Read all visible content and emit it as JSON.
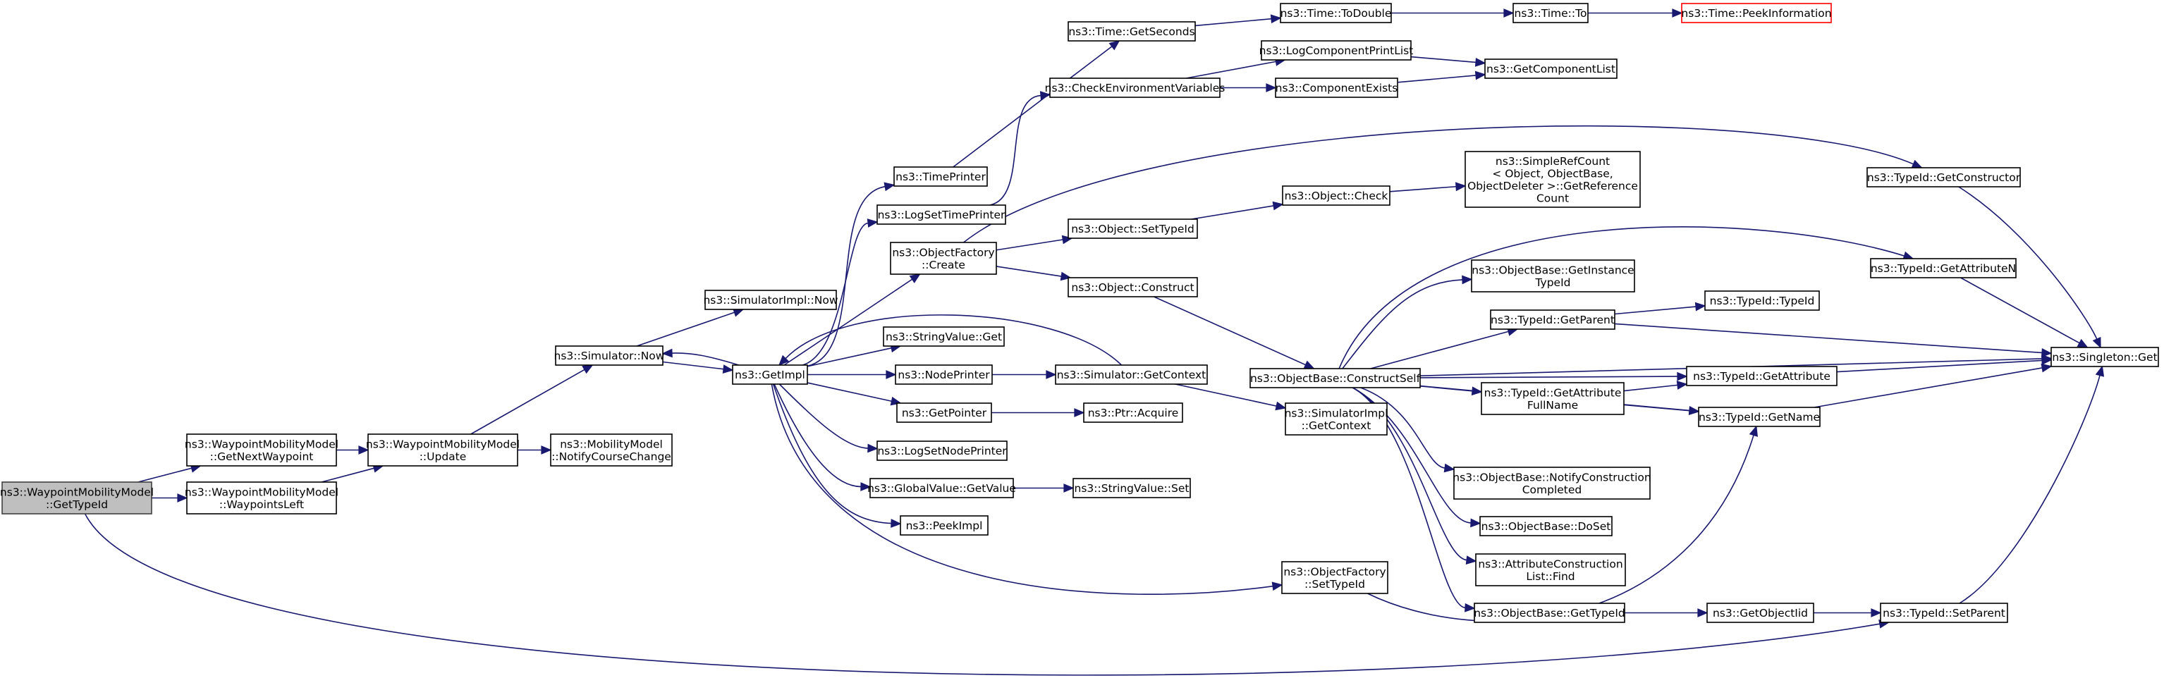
{
  "colors": {
    "edge": "#191970",
    "node_border": "#000000",
    "root_fill": "#bfbfbf",
    "root_border": "#404040",
    "undocumented_border": "#ff0000",
    "background": "#ffffff"
  },
  "nodes": [
    {
      "id": "n_gettypeid_root",
      "lines": [
        "ns3::WaypointMobilityModel",
        "::GetTypeId"
      ],
      "kind": "root"
    },
    {
      "id": "n_getnextwaypoint",
      "lines": [
        "ns3::WaypointMobilityModel",
        "::GetNextWaypoint"
      ]
    },
    {
      "id": "n_waypointsleft",
      "lines": [
        "ns3::WaypointMobilityModel",
        "::WaypointsLeft"
      ]
    },
    {
      "id": "n_update",
      "lines": [
        "ns3::WaypointMobilityModel",
        "::Update"
      ]
    },
    {
      "id": "n_notifycoursechange",
      "lines": [
        "ns3::MobilityModel",
        "::NotifyCourseChange"
      ]
    },
    {
      "id": "n_simnow",
      "lines": [
        "ns3::Simulator::Now"
      ]
    },
    {
      "id": "n_simimplnow",
      "lines": [
        "ns3::SimulatorImpl::Now"
      ]
    },
    {
      "id": "n_getimpl",
      "lines": [
        "ns3::GetImpl"
      ]
    },
    {
      "id": "n_timeprinter",
      "lines": [
        "ns3::TimePrinter"
      ]
    },
    {
      "id": "n_logsettimeprinter",
      "lines": [
        "ns3::LogSetTimePrinter"
      ]
    },
    {
      "id": "n_objfactorycreate",
      "lines": [
        "ns3::ObjectFactory",
        "::Create"
      ]
    },
    {
      "id": "n_stringvalueget",
      "lines": [
        "ns3::StringValue::Get"
      ]
    },
    {
      "id": "n_nodeprinter",
      "lines": [
        "ns3::NodePrinter"
      ]
    },
    {
      "id": "n_getpointer",
      "lines": [
        "ns3::GetPointer"
      ]
    },
    {
      "id": "n_logsetnodeprinter",
      "lines": [
        "ns3::LogSetNodePrinter"
      ]
    },
    {
      "id": "n_globalvaluegetvalue",
      "lines": [
        "ns3::GlobalValue::GetValue"
      ]
    },
    {
      "id": "n_peekimpl",
      "lines": [
        "ns3::PeekImpl"
      ]
    },
    {
      "id": "n_timegetseconds",
      "lines": [
        "ns3::Time::GetSeconds"
      ]
    },
    {
      "id": "n_checkenv",
      "lines": [
        "ns3::CheckEnvironmentVariables"
      ]
    },
    {
      "id": "n_objsettypeid",
      "lines": [
        "ns3::Object::SetTypeId"
      ]
    },
    {
      "id": "n_objconstruct",
      "lines": [
        "ns3::Object::Construct"
      ]
    },
    {
      "id": "n_simgetcontext",
      "lines": [
        "ns3::Simulator::GetContext"
      ]
    },
    {
      "id": "n_ptracquire",
      "lines": [
        "ns3::Ptr::Acquire"
      ]
    },
    {
      "id": "n_stringvalueset",
      "lines": [
        "ns3::StringValue::Set"
      ]
    },
    {
      "id": "n_objfactorysettypeid",
      "lines": [
        "ns3::ObjectFactory",
        "::SetTypeId"
      ]
    },
    {
      "id": "n_timetodouble",
      "lines": [
        "ns3::Time::ToDouble"
      ]
    },
    {
      "id": "n_timeto",
      "lines": [
        "ns3::Time::To"
      ]
    },
    {
      "id": "n_timepeekinfo",
      "lines": [
        "ns3::Time::PeekInformation"
      ],
      "kind": "undocumented"
    },
    {
      "id": "n_logcompprintlist",
      "lines": [
        "ns3::LogComponentPrintList"
      ]
    },
    {
      "id": "n_componentexists",
      "lines": [
        "ns3::ComponentExists"
      ]
    },
    {
      "id": "n_getcomponentlist",
      "lines": [
        "ns3::GetComponentList"
      ]
    },
    {
      "id": "n_objectcheck",
      "lines": [
        "ns3::Object::Check"
      ]
    },
    {
      "id": "n_simplerefcount",
      "lines": [
        "ns3::SimpleRefCount",
        "< Object, ObjectBase,",
        " ObjectDeleter >::GetReference",
        "Count"
      ]
    },
    {
      "id": "n_constructself",
      "lines": [
        "ns3::ObjectBase::ConstructSelf"
      ]
    },
    {
      "id": "n_simimplgetcontext",
      "lines": [
        "ns3::SimulatorImpl",
        "::GetContext"
      ]
    },
    {
      "id": "n_getinstancetypeid",
      "lines": [
        "ns3::ObjectBase::GetInstance",
        "TypeId"
      ]
    },
    {
      "id": "n_typeidgetparent",
      "lines": [
        "ns3::TypeId::GetParent"
      ]
    },
    {
      "id": "n_typeidgetattrfullname",
      "lines": [
        "ns3::TypeId::GetAttribute",
        "FullName"
      ]
    },
    {
      "id": "n_notifyconstruction",
      "lines": [
        "ns3::ObjectBase::NotifyConstruction",
        "Completed"
      ]
    },
    {
      "id": "n_dogetobj",
      "lines": [
        "ns3::ObjectBase::DoSet"
      ]
    },
    {
      "id": "n_attrconstructionfind",
      "lines": [
        "ns3::AttributeConstruction",
        "List::Find"
      ]
    },
    {
      "id": "n_objbasegettypeid",
      "lines": [
        "ns3::ObjectBase::GetTypeId"
      ]
    },
    {
      "id": "n_typeidtypeid",
      "lines": [
        "ns3::TypeId::TypeId"
      ]
    },
    {
      "id": "n_typeidgetattribute",
      "lines": [
        "ns3::TypeId::GetAttribute"
      ]
    },
    {
      "id": "n_typeidgetname",
      "lines": [
        "ns3::TypeId::GetName"
      ]
    },
    {
      "id": "n_getobjectiid",
      "lines": [
        "ns3::GetObjectIid"
      ]
    },
    {
      "id": "n_typeidgetconstructor",
      "lines": [
        "ns3::TypeId::GetConstructor"
      ]
    },
    {
      "id": "n_typeidgetattributen",
      "lines": [
        "ns3::TypeId::GetAttributeN"
      ]
    },
    {
      "id": "n_typeidsetparent",
      "lines": [
        "ns3::TypeId::SetParent"
      ]
    },
    {
      "id": "n_singletonget",
      "lines": [
        "ns3::Singleton::Get"
      ]
    }
  ],
  "edges": [
    [
      "n_gettypeid_root",
      "n_getnextwaypoint"
    ],
    [
      "n_gettypeid_root",
      "n_waypointsleft"
    ],
    [
      "n_gettypeid_root",
      "n_typeidsetparent"
    ],
    [
      "n_getnextwaypoint",
      "n_update"
    ],
    [
      "n_waypointsleft",
      "n_update"
    ],
    [
      "n_update",
      "n_simnow"
    ],
    [
      "n_update",
      "n_notifycoursechange"
    ],
    [
      "n_simnow",
      "n_simimplnow"
    ],
    [
      "n_simnow",
      "n_getimpl"
    ],
    [
      "n_getimpl",
      "n_simnow"
    ],
    [
      "n_getimpl",
      "n_timeprinter"
    ],
    [
      "n_getimpl",
      "n_logsettimeprinter"
    ],
    [
      "n_getimpl",
      "n_objfactorycreate"
    ],
    [
      "n_getimpl",
      "n_stringvalueget"
    ],
    [
      "n_getimpl",
      "n_nodeprinter"
    ],
    [
      "n_getimpl",
      "n_getpointer"
    ],
    [
      "n_getimpl",
      "n_logsetnodeprinter"
    ],
    [
      "n_getimpl",
      "n_globalvaluegetvalue"
    ],
    [
      "n_getimpl",
      "n_peekimpl"
    ],
    [
      "n_getimpl",
      "n_objfactorysettypeid"
    ],
    [
      "n_timeprinter",
      "n_timegetseconds"
    ],
    [
      "n_logsettimeprinter",
      "n_checkenv"
    ],
    [
      "n_objfactorycreate",
      "n_typeidgetconstructor"
    ],
    [
      "n_objfactorycreate",
      "n_objsettypeid"
    ],
    [
      "n_objfactorycreate",
      "n_objconstruct"
    ],
    [
      "n_nodeprinter",
      "n_simgetcontext"
    ],
    [
      "n_simgetcontext",
      "n_getimpl"
    ],
    [
      "n_simgetcontext",
      "n_simimplgetcontext"
    ],
    [
      "n_getpointer",
      "n_ptracquire"
    ],
    [
      "n_globalvaluegetvalue",
      "n_stringvalueset"
    ],
    [
      "n_timegetseconds",
      "n_timetodouble"
    ],
    [
      "n_timetodouble",
      "n_timeto"
    ],
    [
      "n_timeto",
      "n_timepeekinfo"
    ],
    [
      "n_checkenv",
      "n_logcompprintlist"
    ],
    [
      "n_checkenv",
      "n_componentexists"
    ],
    [
      "n_logcompprintlist",
      "n_getcomponentlist"
    ],
    [
      "n_componentexists",
      "n_getcomponentlist"
    ],
    [
      "n_objsettypeid",
      "n_objectcheck"
    ],
    [
      "n_objectcheck",
      "n_simplerefcount"
    ],
    [
      "n_objconstruct",
      "n_constructself"
    ],
    [
      "n_constructself",
      "n_getinstancetypeid"
    ],
    [
      "n_constructself",
      "n_typeidgetattributen"
    ],
    [
      "n_constructself",
      "n_typeidgetparent"
    ],
    [
      "n_constructself",
      "n_singletonget"
    ],
    [
      "n_constructself",
      "n_typeidgetattribute"
    ],
    [
      "n_constructself",
      "n_typeidgetattrfullname"
    ],
    [
      "n_constructself",
      "n_typeidgetname"
    ],
    [
      "n_constructself",
      "n_notifyconstruction"
    ],
    [
      "n_constructself",
      "n_dogetobj"
    ],
    [
      "n_constructself",
      "n_attrconstructionfind"
    ],
    [
      "n_constructself",
      "n_objbasegettypeid"
    ],
    [
      "n_typeidgetparent",
      "n_typeidtypeid"
    ],
    [
      "n_typeidgetparent",
      "n_singletonget"
    ],
    [
      "n_typeidgetattrfullname",
      "n_typeidgetattribute"
    ],
    [
      "n_typeidgetattrfullname",
      "n_typeidgetname"
    ],
    [
      "n_typeidgetattribute",
      "n_singletonget"
    ],
    [
      "n_typeidgetname",
      "n_singletonget"
    ],
    [
      "n_objbasegettypeid",
      "n_getobjectiid"
    ],
    [
      "n_getobjectiid",
      "n_typeidsetparent"
    ],
    [
      "n_objfactorysettypeid",
      "n_typeidgetname"
    ],
    [
      "n_typeidgetconstructor",
      "n_singletonget"
    ],
    [
      "n_typeidgetattributen",
      "n_singletonget"
    ],
    [
      "n_typeidsetparent",
      "n_singletonget"
    ]
  ]
}
